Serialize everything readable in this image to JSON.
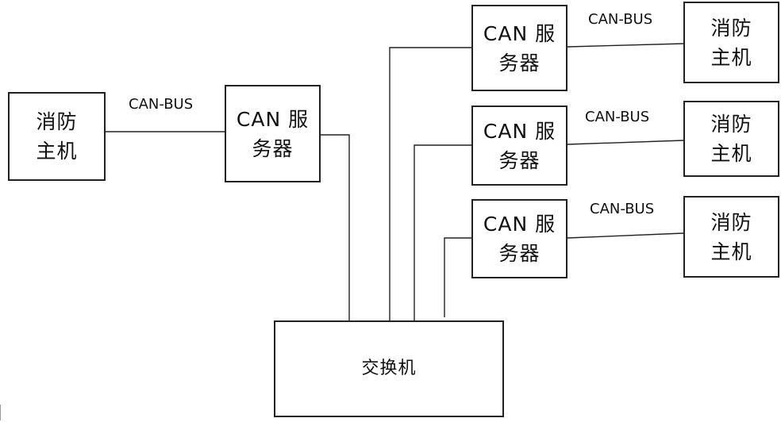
{
  "diagram": {
    "left": {
      "host_label": "消防\n主机",
      "bus_label": "CAN-BUS",
      "server_label": "CAN 服\n务器"
    },
    "right": [
      {
        "server_label": "CAN 服\n务器",
        "bus_label": "CAN-BUS",
        "host_label": "消防\n主机"
      },
      {
        "server_label": "CAN 服\n务器",
        "bus_label": "CAN-BUS",
        "host_label": "消防\n主机"
      },
      {
        "server_label": "CAN 服\n务器",
        "bus_label": "CAN-BUS",
        "host_label": "消防\n主机"
      }
    ],
    "switch_label": "交换机"
  }
}
